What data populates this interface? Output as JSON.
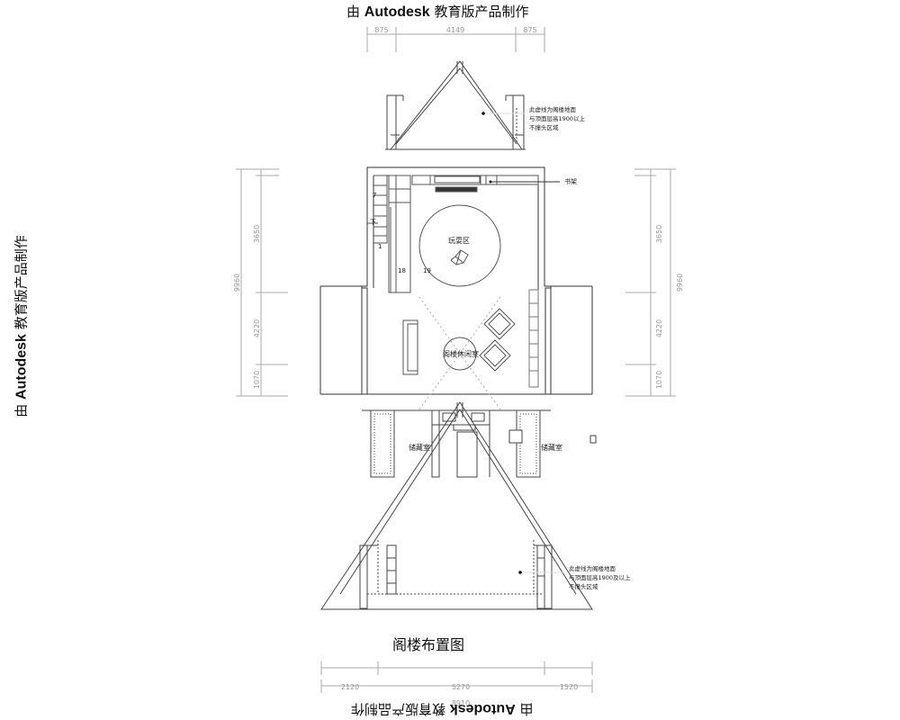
{
  "watermark": {
    "prefix": "由 ",
    "brand": "Autodesk",
    "suffix": " 教育版产品制作"
  },
  "title": "阁楼布置图",
  "rooms": {
    "play_area": "玩耍区",
    "loft_lounge": "阁楼休闲室",
    "storage_left": "储藏室",
    "storage_right": "储藏室"
  },
  "callouts": {
    "bookshelf": "书架",
    "top_note": [
      "此虚线为阁楼地面",
      "与顶面层高1900以上",
      "不撞头区域"
    ],
    "bottom_note": [
      "此虚线为阁楼地面",
      "与顶面层高1900及以上",
      "不撞头区域"
    ]
  },
  "stairs": {
    "down": "下",
    "step_7": "7",
    "step_1": "1",
    "step_18": "18",
    "step_19": "19"
  },
  "dimensions": {
    "top": [
      "875",
      "4149",
      "875"
    ],
    "left": [
      "3650",
      "4220",
      "1070"
    ],
    "left_total": "9960",
    "right": [
      "3650",
      "4220",
      "1070"
    ],
    "right_total": "9960",
    "bottom": [
      "2120",
      "5270",
      "1520"
    ],
    "bottom_total": "8910"
  }
}
